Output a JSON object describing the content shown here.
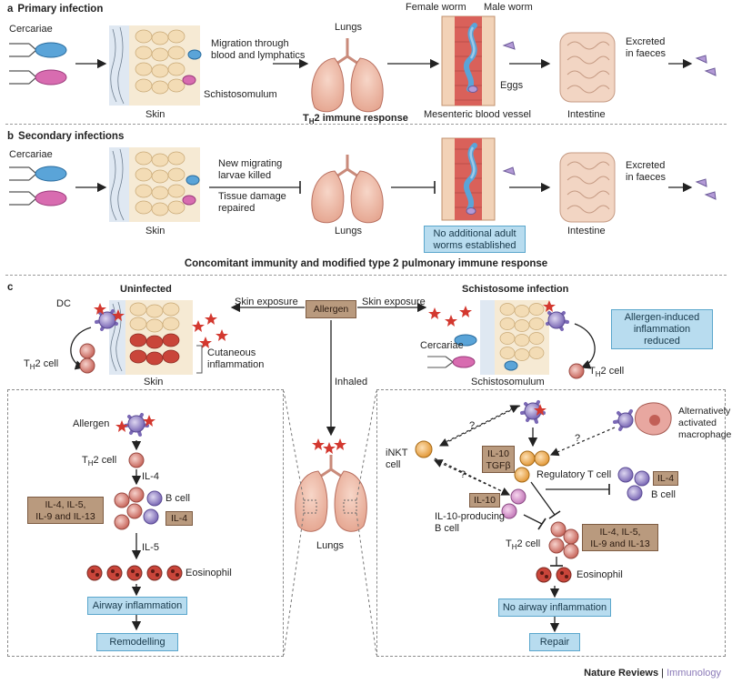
{
  "section_a": {
    "letter": "a",
    "title": "Primary infection",
    "cercariae": "Cercariae",
    "migration_line1": "Migration through",
    "migration_line2": "blood and lymphatics",
    "schistosomulum": "Schistosomulum",
    "skin": "Skin",
    "lungs": "Lungs",
    "immune_prefix": "T",
    "immune_sub": "H",
    "immune_rest": "2 immune response",
    "female_worm": "Female worm",
    "male_worm": "Male worm",
    "eggs": "Eggs",
    "vessel": "Mesenteric blood vessel",
    "intestine": "Intestine",
    "excreted_line1": "Excreted",
    "excreted_line2": "in faeces"
  },
  "section_b": {
    "letter": "b",
    "title": "Secondary infections",
    "cercariae": "Cercariae",
    "larvae_line1": "New migrating",
    "larvae_line2": "larvae killed",
    "tissue_line1": "Tissue damage",
    "tissue_line2": "repaired",
    "skin": "Skin",
    "lungs": "Lungs",
    "no_worms_line1": "No additional adult",
    "no_worms_line2": "worms established",
    "intestine": "Intestine",
    "excreted_line1": "Excreted",
    "excreted_line2": "in faeces",
    "summary": "Concomitant immunity and modified type 2 pulmonary immune response"
  },
  "section_c": {
    "letter": "c",
    "uninfected": "Uninfected",
    "schisto_infection": "Schistosome infection",
    "dc": "DC",
    "skin_exposure_left": "Skin exposure",
    "skin_exposure_right": "Skin exposure",
    "allergen_center": "Allergen",
    "th2_cell_top_left_prefix": "T",
    "th2_cell_top_left_sub": "H",
    "th2_cell_top_left_rest": "2 cell",
    "cutaneous_line1": "Cutaneous",
    "cutaneous_line2": "inflammation",
    "skin": "Skin",
    "cercariae": "Cercariae",
    "schistosomulum": "Schistosomulum",
    "allergen_reduced_line1": "Allergen-induced",
    "allergen_reduced_line2": "inflammation",
    "allergen_reduced_line3": "reduced",
    "th2_cell_top_right_prefix": "T",
    "th2_cell_top_right_sub": "H",
    "th2_cell_top_right_rest": "2 cell",
    "inhaled": "Inhaled",
    "lungs": "Lungs",
    "left": {
      "allergen": "Allergen",
      "th2_prefix": "T",
      "th2_sub": "H",
      "th2_rest": "2 cell",
      "il4": "IL-4",
      "cytokines_line1": "IL-4, IL-5,",
      "cytokines_line2": "IL-9 and IL-13",
      "b_cell": "B cell",
      "il4_box": "IL-4",
      "il5": "IL-5",
      "eosinophil": "Eosinophil",
      "airway": "Airway inflammation",
      "remodelling": "Remodelling"
    },
    "right": {
      "q1": "?",
      "q2": "?",
      "q3": "?",
      "alt_line1": "Alternatively",
      "alt_line2": "activated",
      "alt_line3": "macrophage",
      "inkt_line1": "iNKT",
      "inkt_line2": "cell",
      "il10_box_line1": "IL-10",
      "il10_box_line2": "TGFβ",
      "regulatory": "Regulatory T cell",
      "il4_box": "IL-4",
      "b_cell": "B cell",
      "il10_small": "IL-10",
      "il10_b_line1": "IL-10-producing",
      "il10_b_line2": "B cell",
      "th2_prefix": "T",
      "th2_sub": "H",
      "th2_rest": "2 cell",
      "cytokines_line1": "IL-4, IL-5,",
      "cytokines_line2": "IL-9 and IL-13",
      "eosinophil": "Eosinophil",
      "no_airway": "No airway inflammation",
      "repair": "Repair"
    }
  },
  "footer": {
    "journal": "Nature Reviews",
    "separator": " | ",
    "section": "Immunology"
  },
  "colors": {
    "box_brown": "#b99a7e",
    "box_blue": "#b8dcef",
    "cell_pink": "#e8a7a0",
    "dc_purple": "#8e7cc3",
    "lung_pink": "#f1c2b0",
    "intestine": "#f0d6c8",
    "star_red": "#d3382f",
    "footer_accent": "#8b7ab8"
  }
}
